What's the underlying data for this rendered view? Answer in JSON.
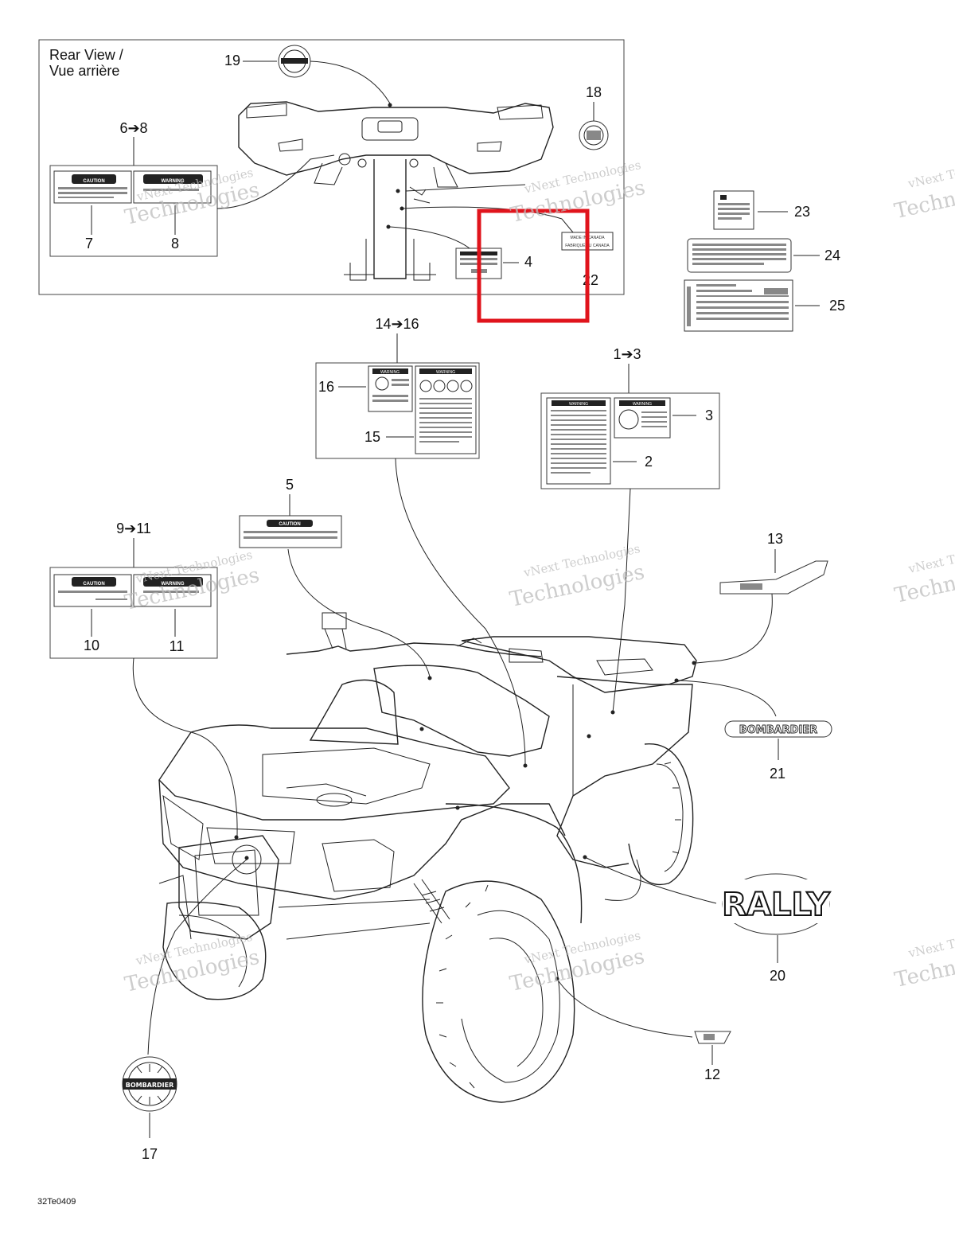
{
  "diagram": {
    "code": "32Te0409",
    "rear_view_title_line1": "Rear View /",
    "rear_view_title_line2": "Vue arrière",
    "callouts": {
      "c1_3": "1➔3",
      "c2": "2",
      "c3": "3",
      "c4": "4",
      "c5": "5",
      "c6_8": "6➔8",
      "c7": "7",
      "c8": "8",
      "c9_11": "9➔11",
      "c10": "10",
      "c11": "11",
      "c12": "12",
      "c13": "13",
      "c14_16": "14➔16",
      "c15": "15",
      "c16": "16",
      "c17": "17",
      "c18": "18",
      "c19": "19",
      "c20": "20",
      "c21": "21",
      "c22": "22",
      "c23": "23",
      "c24": "24",
      "c25": "25"
    },
    "decal_text": {
      "caution": "CAUTION",
      "warning": "WARNING",
      "made_in_canada": "MADE IN CANADA",
      "fabrique_au_canada": "FABRIQUÉ AU CANADA",
      "bombardier": "BOMBARDIER",
      "rally": "RALLY"
    },
    "watermark_line1": "vNext Technologies",
    "watermark_line2": "Technologies",
    "highlight_color": "#e0141c"
  }
}
